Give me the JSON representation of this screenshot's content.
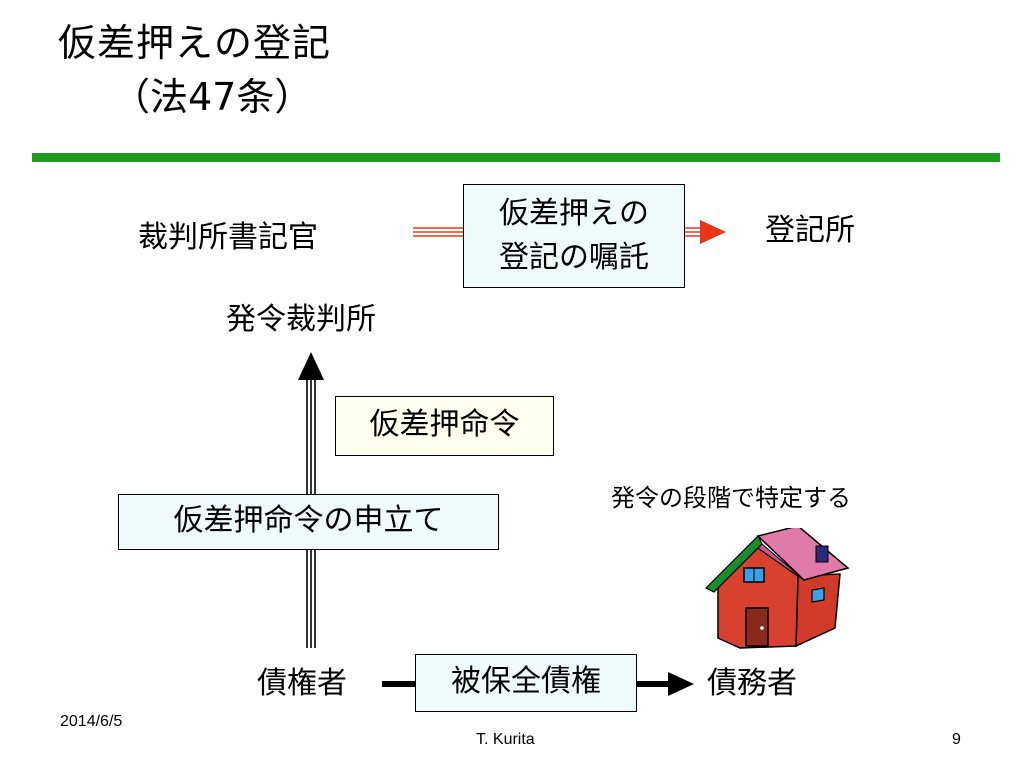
{
  "title": {
    "line1": "仮差押えの登記",
    "line2": "（法47条）"
  },
  "colors": {
    "rule": "#1e9a1e",
    "box_fill": "#f0fafa",
    "box_fill_yellow": "#fffff0",
    "arrow_red": "#e8361a"
  },
  "diagram": {
    "clerk": "裁判所書記官",
    "registry": "登記所",
    "commission_box": {
      "line1": "仮差押えの",
      "line2": "登記の嘱託"
    },
    "issuing_court": "発令裁判所",
    "order_box": "仮差押命令",
    "application_box": "仮差押命令の申立て",
    "note": "発令の段階で特定する",
    "creditor": "債権者",
    "claim_box": "被保全債権",
    "debtor": "債務者",
    "house_icon": "house-icon"
  },
  "footer": {
    "date": "2014/6/5",
    "author": "T. Kurita",
    "page": "9"
  }
}
